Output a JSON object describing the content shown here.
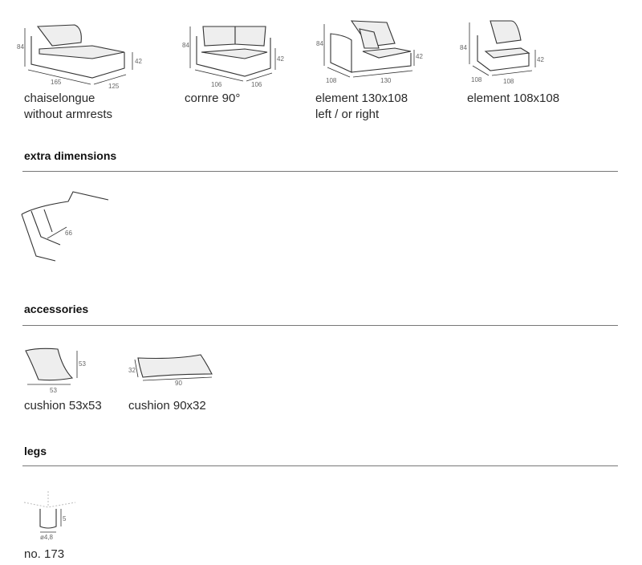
{
  "modules": [
    {
      "caption_lines": [
        "chaiselongue",
        "without armrests"
      ],
      "dims": {
        "height": "84",
        "seat": "42",
        "a": "165",
        "b": "125"
      }
    },
    {
      "caption_lines": [
        "cornre 90°"
      ],
      "dims": {
        "height": "84",
        "seat": "42",
        "a": "106",
        "b": "106"
      }
    },
    {
      "caption_lines": [
        "element 130x108",
        "left / or right"
      ],
      "dims": {
        "height": "84",
        "seat": "42",
        "a": "108",
        "b": "130"
      }
    },
    {
      "caption_lines": [
        "element 108x108"
      ],
      "dims": {
        "height": "84",
        "seat": "42",
        "a": "108",
        "b": "108"
      }
    }
  ],
  "sections": {
    "extra": {
      "title": "extra dimensions",
      "dim": "66"
    },
    "accessories": {
      "title": "accessories",
      "items": [
        {
          "caption": "cushion 53x53",
          "w": "53",
          "h": "53"
        },
        {
          "caption": "cushion 90x32",
          "w": "90",
          "h": "32"
        }
      ]
    },
    "legs": {
      "title": "legs",
      "caption": "no. 173",
      "height": "5",
      "diameter": "ø4,8"
    }
  }
}
